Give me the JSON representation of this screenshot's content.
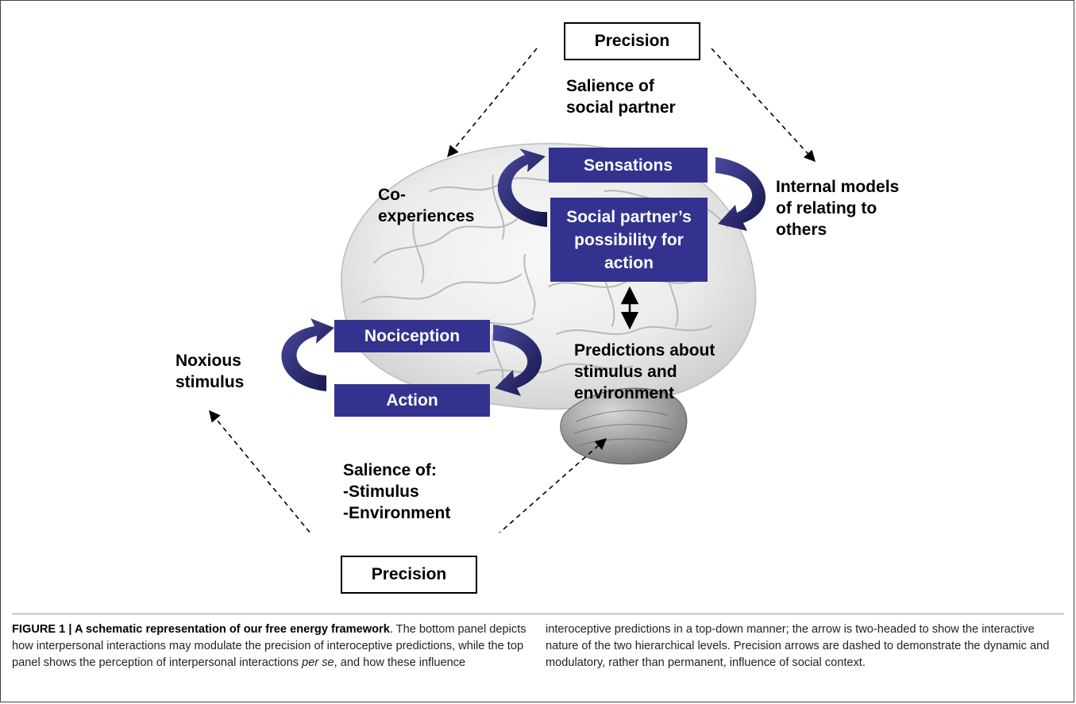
{
  "diagram": {
    "precision_top": "Precision",
    "precision_bottom": "Precision",
    "salience_social": [
      "Salience of",
      "social partner"
    ],
    "co_experiences": [
      "Co-",
      "experiences"
    ],
    "internal_models": [
      "Internal models",
      "of relating to",
      "others"
    ],
    "sensations": "Sensations",
    "social_partner": [
      "Social partner’s",
      "possibility for",
      "action"
    ],
    "nociception": "Nociception",
    "action": "Action",
    "noxious": [
      "Noxious",
      "stimulus"
    ],
    "predictions": [
      "Predictions about",
      "stimulus and",
      "environment"
    ],
    "salience_of": "Salience of:",
    "salience_items": [
      "-Stimulus",
      "-Environment"
    ]
  },
  "colors": {
    "box_fill": "#33338f",
    "box_text": "#ffffff",
    "arrow_fill": "#22226a"
  },
  "caption": {
    "figure_label": "FIGURE 1 | A schematic representation of our free energy framework",
    "left_1": ". The bottom panel depicts how interpersonal interactions may modulate the precision of interoceptive predictions, while the top panel shows the perception of interpersonal interactions ",
    "left_italic": "per se",
    "left_2": ", and how these influence",
    "right": "interoceptive predictions in a top-down manner; the arrow is two-headed to show the interactive nature of the two hierarchical levels. Precision arrows are dashed to demonstrate the dynamic and modulatory, rather than permanent, influence of social context."
  }
}
